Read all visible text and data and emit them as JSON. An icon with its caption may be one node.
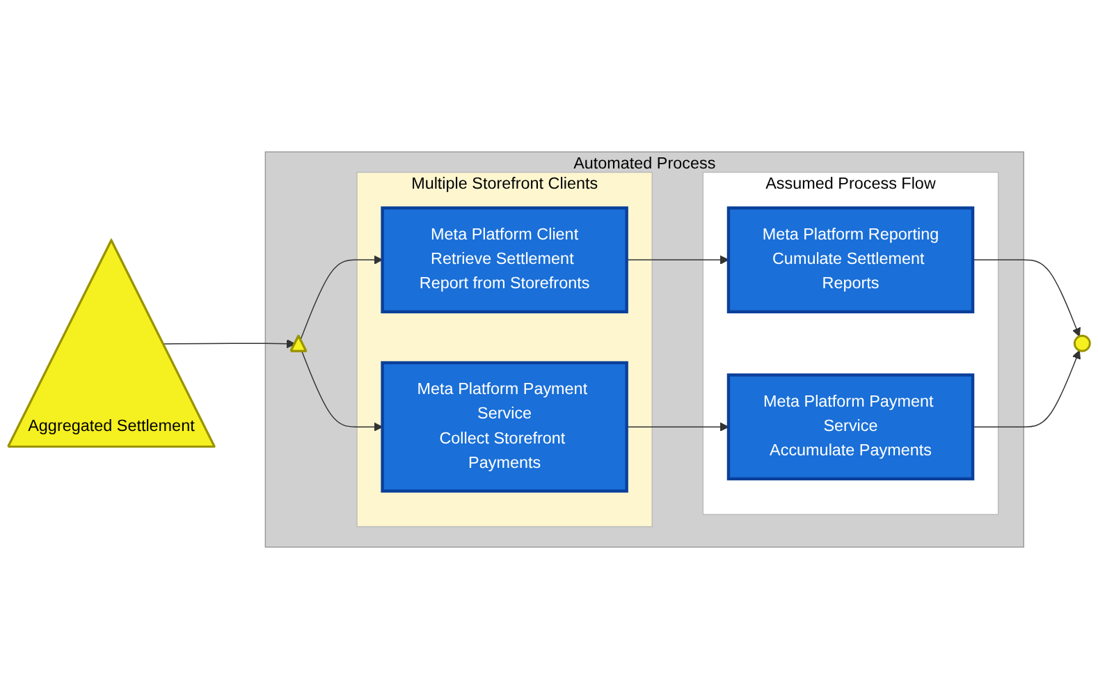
{
  "diagram": {
    "nodes": [
      {
        "text": [
          "Automated Process"
        ]
      },
      {
        "text": [
          "Multiple Storefront Clients"
        ],
        "in": 0
      },
      {
        "text": [
          "Assumed Process Flow"
        ],
        "in": 0
      },
      {
        "text": [
          "Aggregated Settlement"
        ]
      },
      {
        "text": [],
        "shape": "triangle",
        "in": 0
      },
      {
        "text": [
          "Meta Platform Client",
          "Retrieve Settlement Report from Storefronts"
        ],
        "in": 1
      },
      {
        "text": [
          "Meta Platform Payment Service",
          "Collect Storefront Payments"
        ],
        "in": 1
      },
      {
        "text": [
          "Meta Platform Reporting",
          "Cumulate Settlement Reports"
        ],
        "in": 2
      },
      {
        "text": [
          "Meta Platform Payment Service",
          "Accumulate Payments"
        ],
        "in": 2
      },
      {
        "text": [],
        "shape": "circle"
      }
    ],
    "edges": [
      {
        "from": 3,
        "to": 4,
        "arrow": "to"
      },
      {
        "from": 4,
        "to": 5,
        "arrow": "to"
      },
      {
        "from": 4,
        "to": 6,
        "arrow": "to"
      },
      {
        "from": 5,
        "to": 7,
        "arrow": "to"
      },
      {
        "from": 6,
        "to": 8,
        "arrow": "to"
      },
      {
        "from": 7,
        "to": 9,
        "arrow": "to"
      },
      {
        "from": 8,
        "to": 9,
        "arrow": "to"
      }
    ]
  }
}
